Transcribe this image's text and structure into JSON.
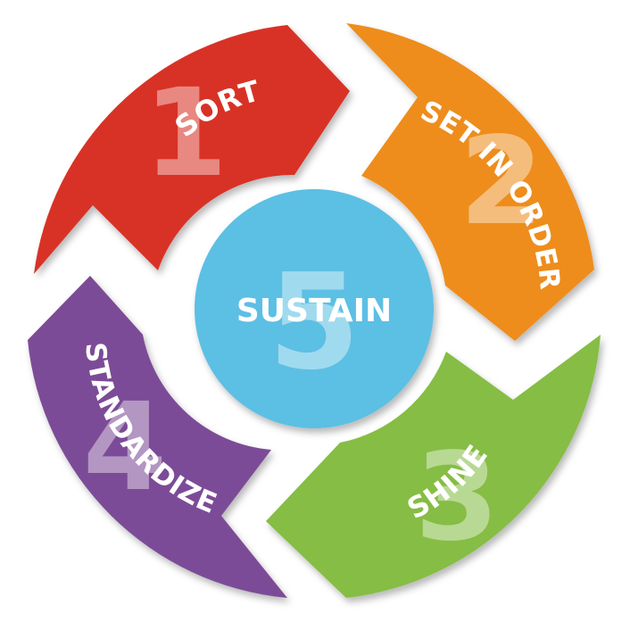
{
  "diagram": {
    "center": {
      "number": "5",
      "label": "SUSTAIN",
      "color": "#5bbfe4"
    },
    "steps": [
      {
        "number": "1",
        "label": "SORT",
        "color": "#d83328"
      },
      {
        "number": "2",
        "label": "SET IN ORDER",
        "color": "#ee8d1f"
      },
      {
        "number": "3",
        "label": "SHINE",
        "color": "#86bd45"
      },
      {
        "number": "4",
        "label": "STANDARDIZE",
        "color": "#7c4b97"
      }
    ]
  }
}
